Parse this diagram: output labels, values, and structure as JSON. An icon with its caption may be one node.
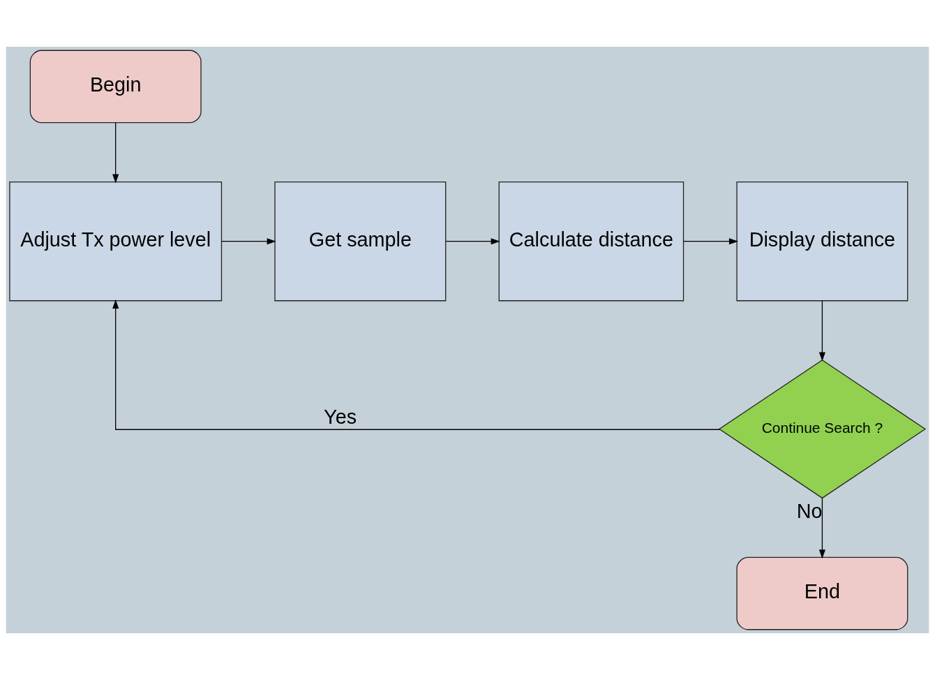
{
  "diagram": {
    "nodes": [
      {
        "text": [
          "Begin"
        ]
      },
      {
        "text": [
          "Adjust Tx power level"
        ]
      },
      {
        "text": [
          "Get sample"
        ]
      },
      {
        "text": [
          "Calculate distance"
        ]
      },
      {
        "text": [
          "Display distance"
        ]
      },
      {
        "text": [
          "Continue Search ?"
        ]
      },
      {
        "text": [
          "End"
        ]
      }
    ],
    "edges": [
      {
        "from": 0,
        "to": 1,
        "arrow": "to"
      },
      {
        "from": 1,
        "to": 2,
        "arrow": "to"
      },
      {
        "from": 2,
        "to": 3,
        "arrow": "to"
      },
      {
        "from": 3,
        "to": 4,
        "arrow": "to"
      },
      {
        "from": 4,
        "to": 5,
        "arrow": "to"
      },
      {
        "from": 5,
        "to": 1,
        "arrow": "to",
        "label": "Yes"
      },
      {
        "from": 5,
        "to": 6,
        "arrow": "to",
        "label": "No"
      }
    ]
  }
}
